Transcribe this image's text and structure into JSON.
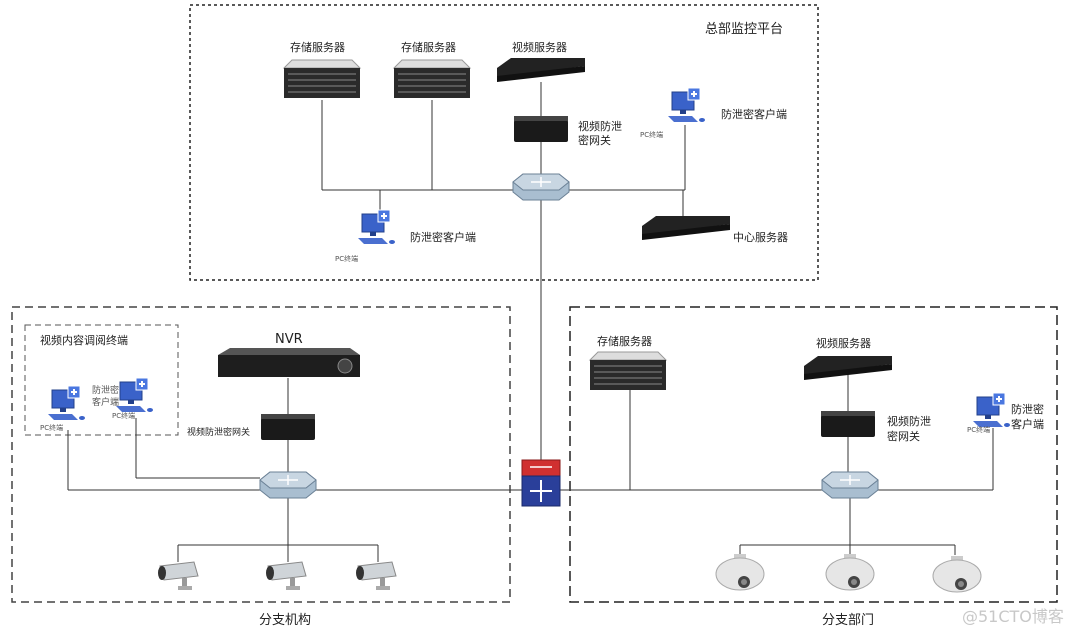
{
  "hq": {
    "title": "总部监控平台",
    "storage_server_1": "存储服务器",
    "storage_server_2": "存储服务器",
    "video_server": "视频服务器",
    "gateway_line1": "视频防泄",
    "gateway_line2": "密网关",
    "pc_top_label": "PC终端",
    "pc_top_client": "防泄密客户端",
    "pc_bottom_label": "PC终端",
    "pc_bottom_client": "防泄密客户端",
    "center_server": "中心服务器"
  },
  "branch_org": {
    "title": "分支机构",
    "terminal_group": "视频内容调阅终端",
    "client_line1": "防泄密",
    "client_line2": "客户端",
    "pc1_label": "PC终端",
    "pc2_label": "PC终端",
    "nvr": "NVR",
    "gateway": "视频防泄密网关"
  },
  "branch_dept": {
    "title": "分支部门",
    "storage_server": "存储服务器",
    "video_server": "视频服务器",
    "gateway_line1": "视频防泄",
    "gateway_line2": "密网关",
    "pc_label": "PC终端",
    "client_line1": "防泄密",
    "client_line2": "客户端"
  },
  "watermark": "@51CTO博客",
  "colors": {
    "switch": "#8fa9bf",
    "router": "#d03030",
    "pc": "#3a62c9"
  }
}
